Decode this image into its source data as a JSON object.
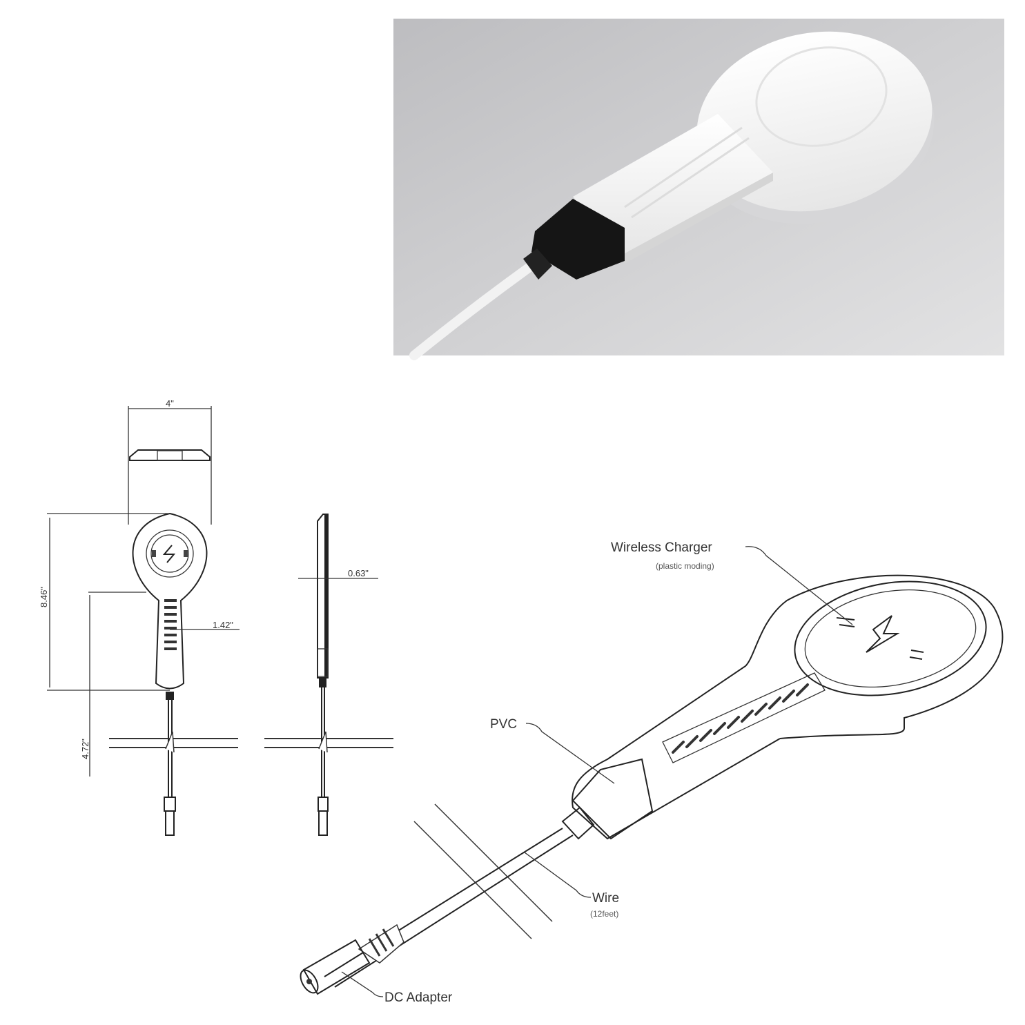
{
  "dimensions": {
    "width": "4\"",
    "length": "8.46\"",
    "handle_length": "4.72\"",
    "handle_width": "1.42\"",
    "thickness": "0.63\""
  },
  "callouts": {
    "wireless_charger": "Wireless Charger",
    "wireless_charger_note": "(plastic moding)",
    "pvc": "PVC",
    "wire": "Wire",
    "wire_note": "(12feet)",
    "dc_adapter": "DC Adapter"
  },
  "colors": {
    "photo_bg": "#c9c9cb",
    "device_white": "#f4f4f4",
    "connector_black": "#151515"
  }
}
